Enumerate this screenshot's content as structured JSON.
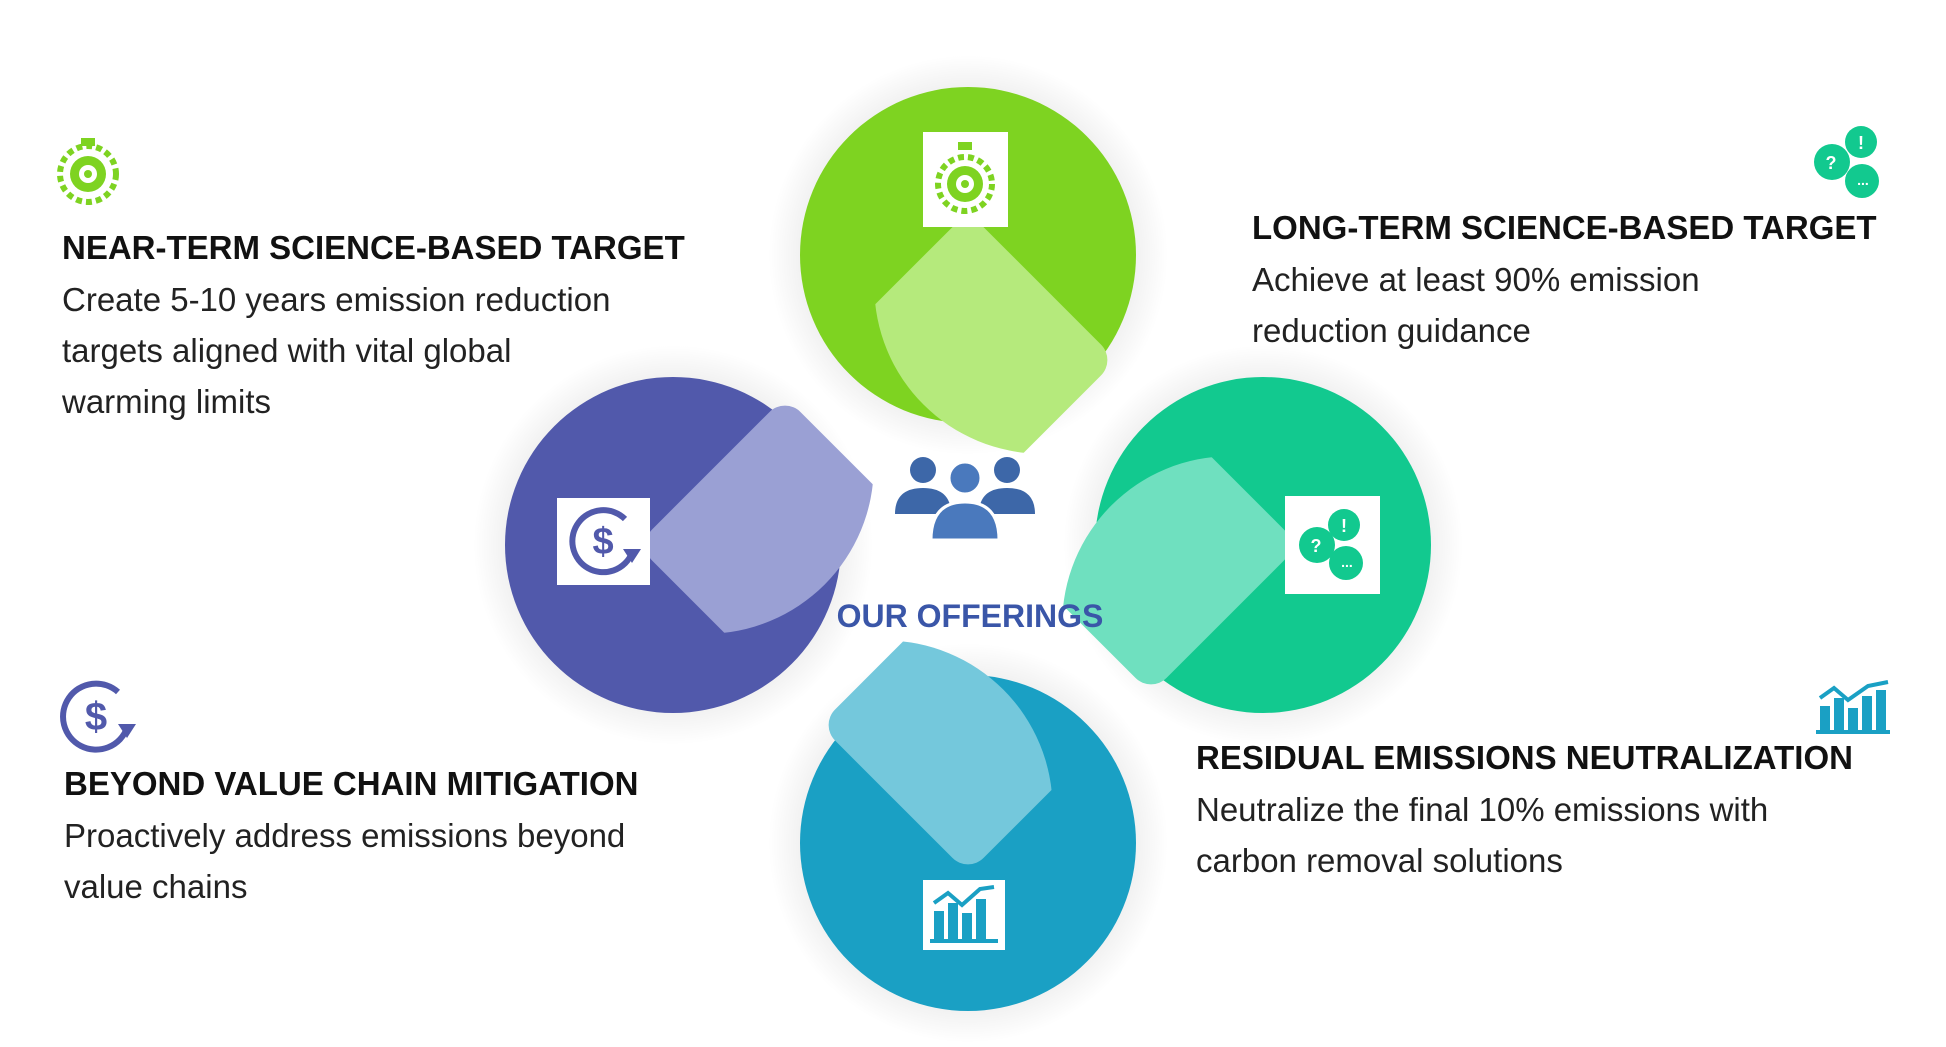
{
  "center": {
    "label": "OUR OFFERINGS",
    "icon": "team-icon"
  },
  "offerings": [
    {
      "id": "near-term",
      "title": "NEAR-TERM SCIENCE-BASED TARGET",
      "lines": [
        "Create 5-10 years emission reduction",
        "targets aligned with vital global",
        "warming limits"
      ],
      "icon": "stopwatch-gear-icon",
      "color": "#7ed321",
      "petal": "#b5ea7c"
    },
    {
      "id": "long-term",
      "title": "LONG-TERM SCIENCE-BASED TARGET",
      "lines": [
        "Achieve at least 90% emission",
        "reduction guidance"
      ],
      "icon": "speech-bubbles-icon",
      "color": "#12c98f",
      "petal": "#6fe0bf"
    },
    {
      "id": "beyond-value-chain",
      "title": "BEYOND VALUE CHAIN MITIGATION",
      "lines": [
        "Proactively address emissions beyond",
        "value chains"
      ],
      "icon": "dollar-cycle-icon",
      "color": "#5159ab",
      "petal": "#9aa0d4"
    },
    {
      "id": "residual",
      "title": "RESIDUAL EMISSIONS NEUTRALIZATION",
      "lines": [
        "Neutralize the final 10% emissions with",
        "carbon removal solutions"
      ],
      "icon": "bar-chart-icon",
      "color": "#1aa0c4",
      "petal": "#74c8dc"
    }
  ]
}
